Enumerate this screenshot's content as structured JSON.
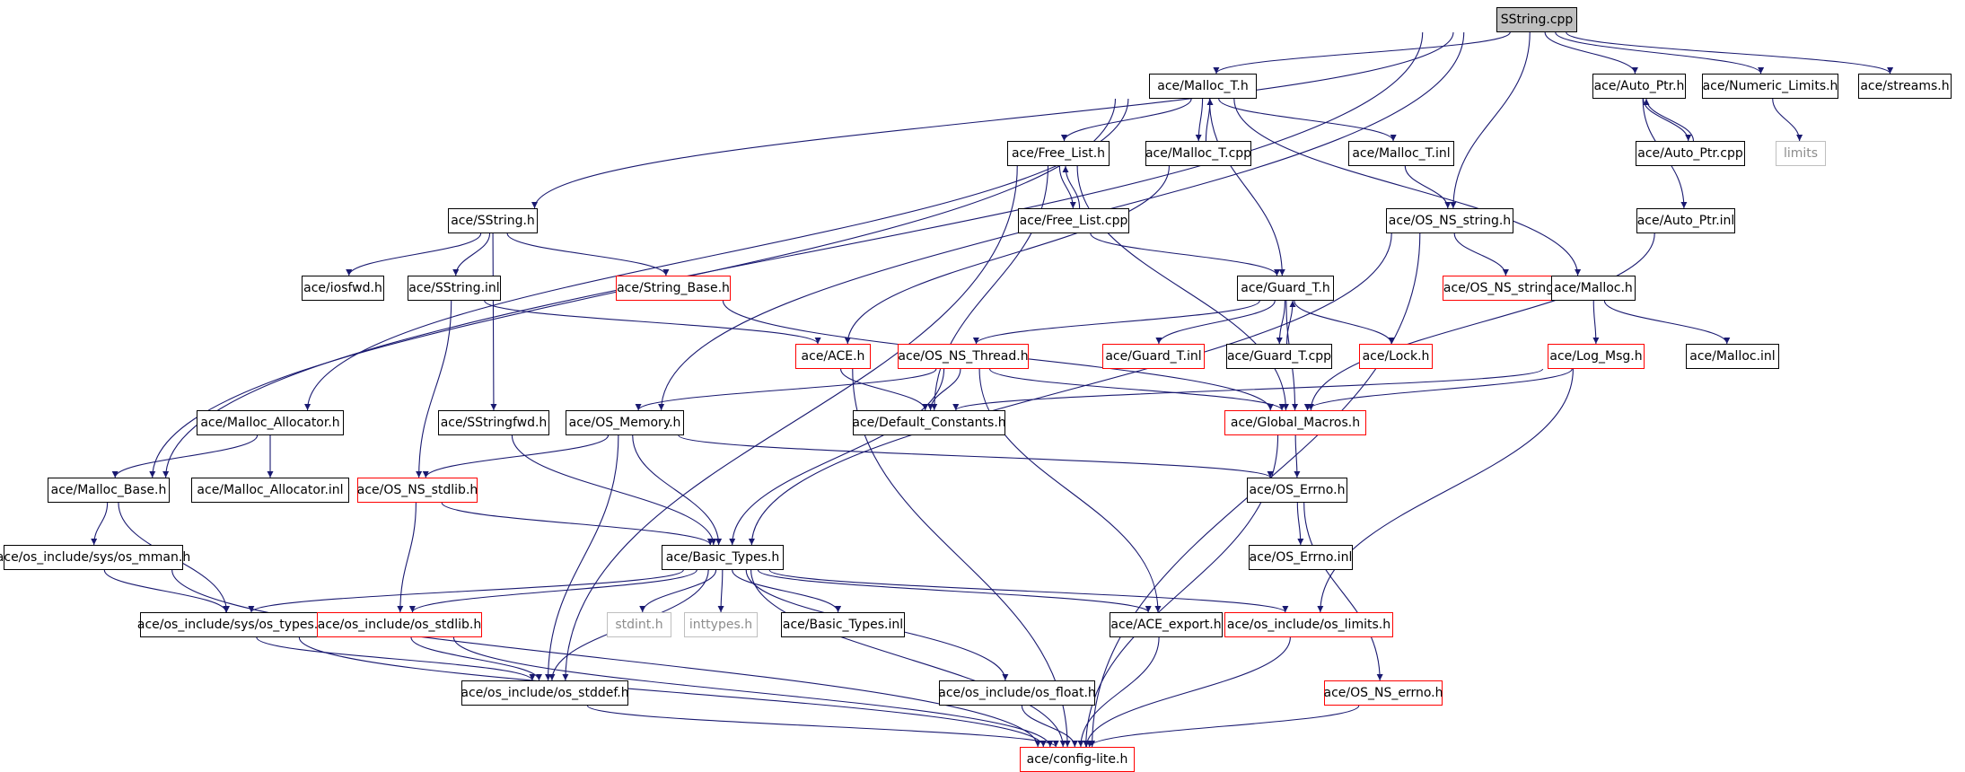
{
  "diagram": {
    "colors": {
      "edge": "#191970",
      "box_border": "#000000",
      "incomplete_border": "#ff0000",
      "system_border": "#bfbfbf",
      "root_fill": "#bfbfbf"
    },
    "nodes": [
      {
        "id": "root",
        "label": "SString.cpp",
        "style": "root"
      },
      {
        "id": "malloc_t_h",
        "label": "ace/Malloc_T.h",
        "style": "normal"
      },
      {
        "id": "auto_ptr_h",
        "label": "ace/Auto_Ptr.h",
        "style": "normal"
      },
      {
        "id": "numeric_limits_h",
        "label": "ace/Numeric_Limits.h",
        "style": "normal"
      },
      {
        "id": "streams_h",
        "label": "ace/streams.h",
        "style": "normal"
      },
      {
        "id": "free_list_h",
        "label": "ace/Free_List.h",
        "style": "normal"
      },
      {
        "id": "malloc_t_cpp",
        "label": "ace/Malloc_T.cpp",
        "style": "normal"
      },
      {
        "id": "malloc_t_inl",
        "label": "ace/Malloc_T.inl",
        "style": "normal"
      },
      {
        "id": "auto_ptr_cpp",
        "label": "ace/Auto_Ptr.cpp",
        "style": "normal"
      },
      {
        "id": "limits",
        "label": "limits",
        "style": "grey"
      },
      {
        "id": "sstring_h",
        "label": "ace/SString.h",
        "style": "normal"
      },
      {
        "id": "free_list_cpp",
        "label": "ace/Free_List.cpp",
        "style": "normal"
      },
      {
        "id": "os_ns_string_h",
        "label": "ace/OS_NS_string.h",
        "style": "normal"
      },
      {
        "id": "auto_ptr_inl",
        "label": "ace/Auto_Ptr.inl",
        "style": "normal"
      },
      {
        "id": "iosfwd_h",
        "label": "ace/iosfwd.h",
        "style": "normal"
      },
      {
        "id": "sstring_inl",
        "label": "ace/SString.inl",
        "style": "normal"
      },
      {
        "id": "string_base_h",
        "label": "ace/String_Base.h",
        "style": "red"
      },
      {
        "id": "guard_t_h",
        "label": "ace/Guard_T.h",
        "style": "normal"
      },
      {
        "id": "os_ns_string_inl",
        "label": "ace/OS_NS_string.inl",
        "style": "red"
      },
      {
        "id": "malloc_h",
        "label": "ace/Malloc.h",
        "style": "normal"
      },
      {
        "id": "ace_h",
        "label": "ace/ACE.h",
        "style": "red"
      },
      {
        "id": "os_ns_thread_h",
        "label": "ace/OS_NS_Thread.h",
        "style": "red"
      },
      {
        "id": "guard_t_inl",
        "label": "ace/Guard_T.inl",
        "style": "red"
      },
      {
        "id": "guard_t_cpp",
        "label": "ace/Guard_T.cpp",
        "style": "normal"
      },
      {
        "id": "lock_h",
        "label": "ace/Lock.h",
        "style": "red"
      },
      {
        "id": "log_msg_h",
        "label": "ace/Log_Msg.h",
        "style": "red"
      },
      {
        "id": "malloc_inl",
        "label": "ace/Malloc.inl",
        "style": "normal"
      },
      {
        "id": "malloc_allocator_h",
        "label": "ace/Malloc_Allocator.h",
        "style": "normal"
      },
      {
        "id": "sstringfwd_h",
        "label": "ace/SStringfwd.h",
        "style": "normal"
      },
      {
        "id": "os_memory_h",
        "label": "ace/OS_Memory.h",
        "style": "normal"
      },
      {
        "id": "default_constants_h",
        "label": "ace/Default_Constants.h",
        "style": "normal"
      },
      {
        "id": "global_macros_h",
        "label": "ace/Global_Macros.h",
        "style": "red"
      },
      {
        "id": "malloc_base_h",
        "label": "ace/Malloc_Base.h",
        "style": "normal"
      },
      {
        "id": "malloc_allocator_inl",
        "label": "ace/Malloc_Allocator.inl",
        "style": "normal"
      },
      {
        "id": "os_ns_stdlib_h",
        "label": "ace/OS_NS_stdlib.h",
        "style": "red"
      },
      {
        "id": "os_errno_h",
        "label": "ace/OS_Errno.h",
        "style": "normal"
      },
      {
        "id": "os_mman_h",
        "label": "ace/os_include/sys/os_mman.h",
        "style": "normal"
      },
      {
        "id": "basic_types_h",
        "label": "ace/Basic_Types.h",
        "style": "normal"
      },
      {
        "id": "os_errno_inl",
        "label": "ace/OS_Errno.inl",
        "style": "normal"
      },
      {
        "id": "os_types_h",
        "label": "ace/os_include/sys/os_types.h",
        "style": "normal"
      },
      {
        "id": "os_stdlib_h",
        "label": "ace/os_include/os_stdlib.h",
        "style": "red"
      },
      {
        "id": "stdint_h",
        "label": "stdint.h",
        "style": "grey"
      },
      {
        "id": "inttypes_h",
        "label": "inttypes.h",
        "style": "grey"
      },
      {
        "id": "basic_types_inl",
        "label": "ace/Basic_Types.inl",
        "style": "normal"
      },
      {
        "id": "ace_export_h",
        "label": "ace/ACE_export.h",
        "style": "normal"
      },
      {
        "id": "os_limits_h",
        "label": "ace/os_include/os_limits.h",
        "style": "red"
      },
      {
        "id": "os_stddef_h",
        "label": "ace/os_include/os_stddef.h",
        "style": "normal"
      },
      {
        "id": "os_float_h",
        "label": "ace/os_include/os_float.h",
        "style": "normal"
      },
      {
        "id": "os_ns_errno_h",
        "label": "ace/OS_NS_errno.h",
        "style": "red"
      },
      {
        "id": "config_lite_h",
        "label": "ace/config-lite.h",
        "style": "red"
      }
    ],
    "edges": [
      [
        "root",
        "malloc_t_h"
      ],
      [
        "root",
        "auto_ptr_h"
      ],
      [
        "root",
        "numeric_limits_h"
      ],
      [
        "root",
        "streams_h"
      ],
      [
        "root",
        "sstring_h"
      ],
      [
        "root",
        "os_ns_string_h"
      ],
      [
        "root",
        "os_memory_h"
      ],
      [
        "root",
        "malloc_base_h"
      ],
      [
        "malloc_t_h",
        "free_list_h"
      ],
      [
        "malloc_t_h",
        "malloc_t_cpp"
      ],
      [
        "malloc_t_h",
        "malloc_t_inl"
      ],
      [
        "malloc_t_h",
        "guard_t_h"
      ],
      [
        "malloc_t_h",
        "malloc_h"
      ],
      [
        "malloc_t_h",
        "malloc_allocator_h"
      ],
      [
        "malloc_t_h",
        "malloc_base_h"
      ],
      [
        "malloc_t_cpp",
        "malloc_t_h"
      ],
      [
        "malloc_t_cpp",
        "ace_h"
      ],
      [
        "malloc_t_inl",
        "os_ns_string_h"
      ],
      [
        "free_list_h",
        "free_list_cpp"
      ],
      [
        "free_list_cpp",
        "free_list_h"
      ],
      [
        "free_list_cpp",
        "guard_t_h"
      ],
      [
        "free_list_h",
        "default_constants_h"
      ],
      [
        "free_list_h",
        "global_macros_h"
      ],
      [
        "free_list_h",
        "os_stddef_h"
      ],
      [
        "auto_ptr_h",
        "auto_ptr_cpp"
      ],
      [
        "auto_ptr_cpp",
        "auto_ptr_h"
      ],
      [
        "auto_ptr_h",
        "auto_ptr_inl"
      ],
      [
        "auto_ptr_inl",
        "global_macros_h"
      ],
      [
        "numeric_limits_h",
        "limits"
      ],
      [
        "sstring_h",
        "iosfwd_h"
      ],
      [
        "sstring_h",
        "sstring_inl"
      ],
      [
        "sstring_h",
        "string_base_h"
      ],
      [
        "sstring_h",
        "sstringfwd_h"
      ],
      [
        "sstring_inl",
        "ace_h"
      ],
      [
        "sstring_inl",
        "os_ns_stdlib_h"
      ],
      [
        "string_base_h",
        "global_macros_h"
      ],
      [
        "os_ns_string_h",
        "os_ns_string_inl"
      ],
      [
        "os_ns_string_h",
        "basic_types_h"
      ],
      [
        "os_ns_string_h",
        "config_lite_h"
      ],
      [
        "guard_t_h",
        "guard_t_inl"
      ],
      [
        "guard_t_h",
        "guard_t_cpp"
      ],
      [
        "guard_t_cpp",
        "guard_t_h"
      ],
      [
        "guard_t_h",
        "lock_h"
      ],
      [
        "guard_t_h",
        "os_ns_thread_h"
      ],
      [
        "guard_t_h",
        "global_macros_h"
      ],
      [
        "malloc_h",
        "log_msg_h"
      ],
      [
        "malloc_h",
        "malloc_inl"
      ],
      [
        "ace_h",
        "default_constants_h"
      ],
      [
        "ace_h",
        "config_lite_h"
      ],
      [
        "os_ns_thread_h",
        "default_constants_h"
      ],
      [
        "os_ns_thread_h",
        "global_macros_h"
      ],
      [
        "os_ns_thread_h",
        "os_memory_h"
      ],
      [
        "os_ns_thread_h",
        "basic_types_h"
      ],
      [
        "os_ns_thread_h",
        "ace_export_h"
      ],
      [
        "log_msg_h",
        "default_constants_h"
      ],
      [
        "log_msg_h",
        "global_macros_h"
      ],
      [
        "log_msg_h",
        "os_limits_h"
      ],
      [
        "malloc_allocator_h",
        "malloc_base_h"
      ],
      [
        "malloc_allocator_h",
        "malloc_allocator_inl"
      ],
      [
        "sstringfwd_h",
        "basic_types_h"
      ],
      [
        "os_memory_h",
        "os_ns_stdlib_h"
      ],
      [
        "os_memory_h",
        "basic_types_h"
      ],
      [
        "os_memory_h",
        "os_errno_h"
      ],
      [
        "os_memory_h",
        "os_stddef_h"
      ],
      [
        "global_macros_h",
        "os_errno_h"
      ],
      [
        "global_macros_h",
        "config_lite_h"
      ],
      [
        "malloc_base_h",
        "os_mman_h"
      ],
      [
        "malloc_base_h",
        "os_types_h"
      ],
      [
        "os_ns_stdlib_h",
        "basic_types_h"
      ],
      [
        "os_ns_stdlib_h",
        "os_stdlib_h"
      ],
      [
        "os_errno_h",
        "os_errno_inl"
      ],
      [
        "os_errno_h",
        "os_ns_errno_h"
      ],
      [
        "os_mman_h",
        "os_types_h"
      ],
      [
        "os_mman_h",
        "config_lite_h"
      ],
      [
        "basic_types_h",
        "os_types_h"
      ],
      [
        "basic_types_h",
        "os_stdlib_h"
      ],
      [
        "basic_types_h",
        "stdint_h"
      ],
      [
        "basic_types_h",
        "inttypes_h"
      ],
      [
        "basic_types_h",
        "basic_types_inl"
      ],
      [
        "basic_types_h",
        "ace_export_h"
      ],
      [
        "basic_types_h",
        "os_limits_h"
      ],
      [
        "basic_types_h",
        "os_stddef_h"
      ],
      [
        "basic_types_h",
        "os_float_h"
      ],
      [
        "basic_types_h",
        "config_lite_h"
      ],
      [
        "os_types_h",
        "os_stddef_h"
      ],
      [
        "os_types_h",
        "config_lite_h"
      ],
      [
        "os_stdlib_h",
        "os_stddef_h"
      ],
      [
        "os_stdlib_h",
        "config_lite_h"
      ],
      [
        "ace_export_h",
        "config_lite_h"
      ],
      [
        "os_limits_h",
        "config_lite_h"
      ],
      [
        "os_stddef_h",
        "config_lite_h"
      ],
      [
        "os_float_h",
        "config_lite_h"
      ],
      [
        "os_ns_errno_h",
        "config_lite_h"
      ]
    ]
  }
}
